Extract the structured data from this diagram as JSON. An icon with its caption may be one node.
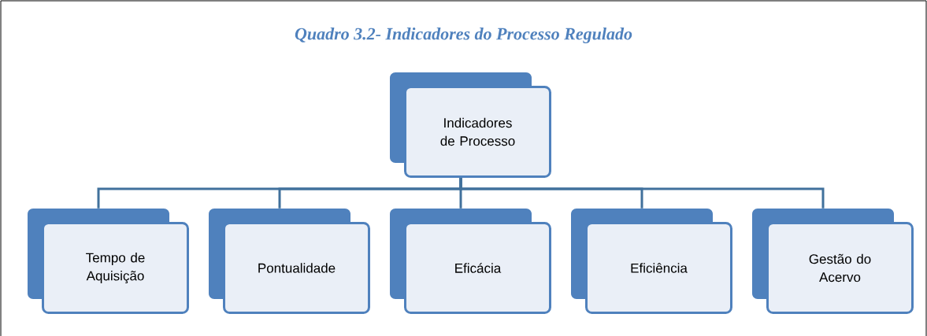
{
  "diagram": {
    "title": "Quadro 3.2- Indicadores do Processo Regulado",
    "nodes": [
      {
        "text": [
          "Indicadores de Processo"
        ]
      },
      {
        "text": [
          "Tempo de Aquisição"
        ]
      },
      {
        "text": [
          "Pontualidade"
        ]
      },
      {
        "text": [
          "Eficácia"
        ]
      },
      {
        "text": [
          "Eficiência"
        ]
      },
      {
        "text": [
          "Gestão do Acervo"
        ]
      }
    ],
    "edges": [
      {
        "from": 0,
        "to": 1,
        "arrow": "none"
      },
      {
        "from": 0,
        "to": 2,
        "arrow": "none"
      },
      {
        "from": 0,
        "to": 3,
        "arrow": "none"
      },
      {
        "from": 0,
        "to": 4,
        "arrow": "none"
      },
      {
        "from": 0,
        "to": 5,
        "arrow": "none"
      }
    ]
  }
}
